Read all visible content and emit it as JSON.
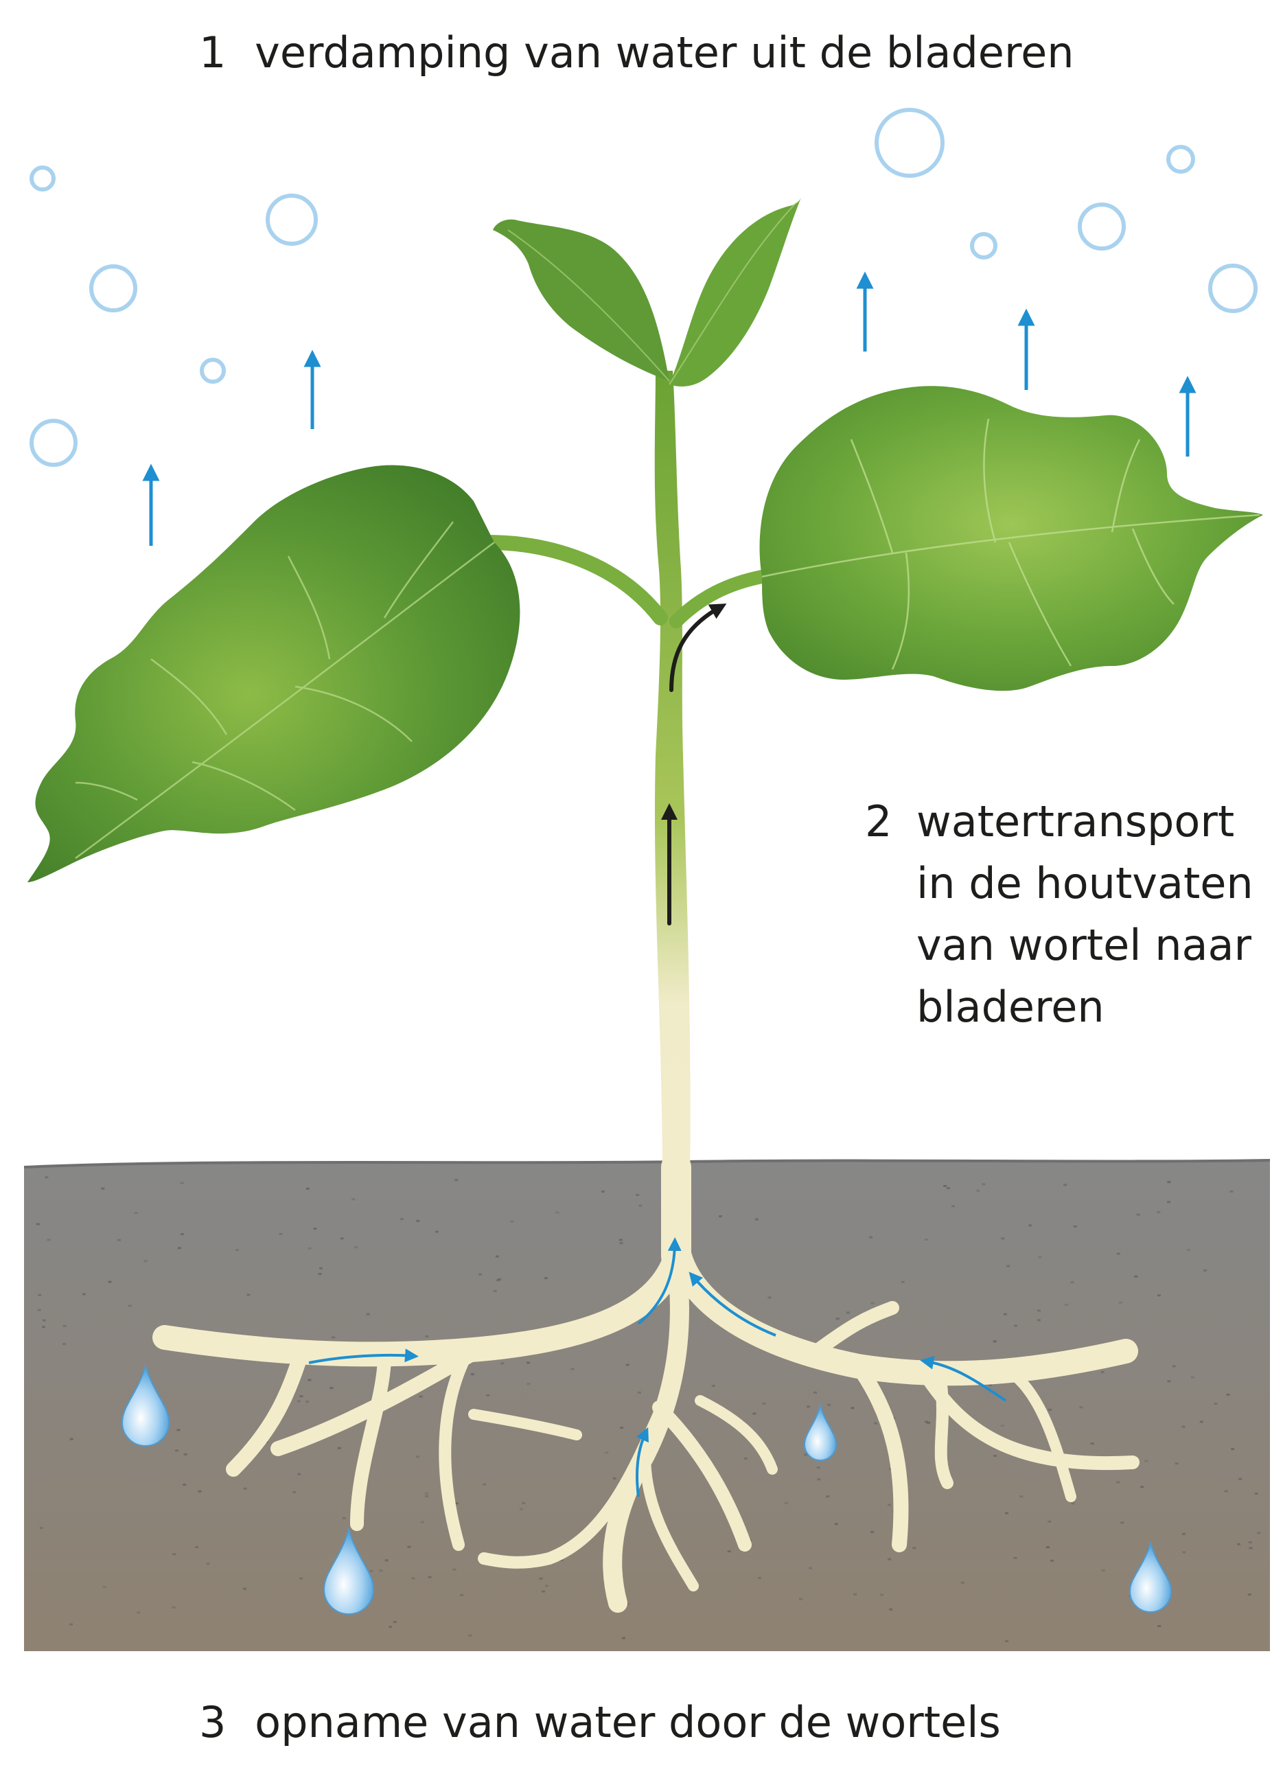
{
  "labels": {
    "evaporation": {
      "number": "1",
      "text": "verdamping van water uit de bladeren"
    },
    "transport": {
      "number": "2",
      "lines": [
        "watertransport",
        "in de houtvaten",
        "van wortel naar",
        "bladeren"
      ]
    },
    "uptake": {
      "number": "3",
      "text": "opname van water door de wortels"
    }
  },
  "colors": {
    "leaf": "#5f9a36",
    "leaf_light": "#8dbb47",
    "stem": "#7eb03c",
    "root": "#f3eccb",
    "soil_top": "#8a8a8a",
    "soil_bottom": "#8c8170",
    "water": "#1e8fd0",
    "vapour": "#a9d2ee",
    "transport_arrow": "#1d1d1b"
  }
}
